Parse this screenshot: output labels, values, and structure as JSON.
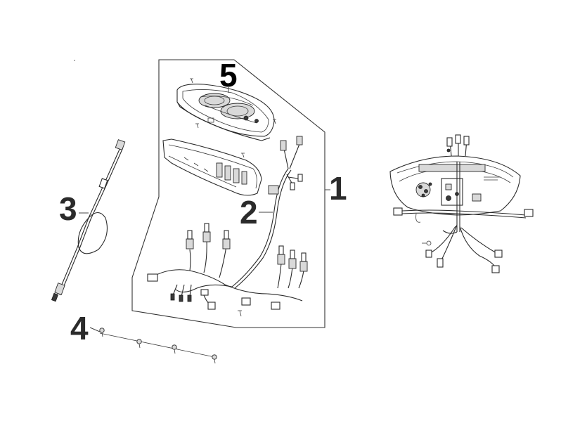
{
  "callouts": {
    "c1": "1",
    "c2": "2",
    "c3": "3",
    "c4": "4",
    "c5": "5"
  },
  "parts": [
    {
      "ref": "1",
      "name": "meter-assembly"
    },
    {
      "ref": "2",
      "name": "meter-wire-harness"
    },
    {
      "ref": "3",
      "name": "speedometer-cable"
    },
    {
      "ref": "4",
      "name": "screws"
    },
    {
      "ref": "5",
      "name": "meter-cover"
    }
  ]
}
